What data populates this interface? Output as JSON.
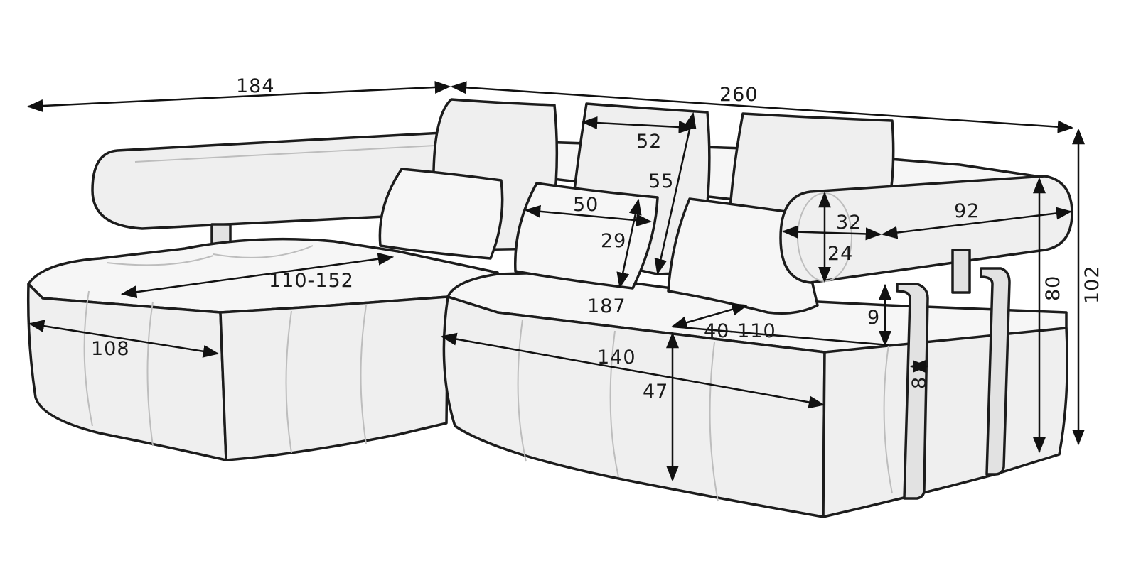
{
  "figure": {
    "type": "dimension-drawing",
    "subject": "corner sofa",
    "line_color": "#1c1c1c",
    "fill_color": "#efefef"
  },
  "dimensions": {
    "overall_length_left": "184",
    "overall_length_right": "260",
    "overall_height": "102",
    "pillow_large_width": "52",
    "pillow_large_height": "55",
    "pillow_small_width": "50",
    "pillow_small_height": "29",
    "armrest_width": "32",
    "armrest_height": "24",
    "armrest_length": "92",
    "armrest_total_height": "80",
    "chaise_length": "110-152",
    "chaise_depth": "108",
    "seat_length": "187",
    "seat_depth_adjustable": "40-110",
    "seat_front_length": "140",
    "seat_height": "47",
    "seat_cushion_thickness": "9",
    "leg_width": "8"
  }
}
